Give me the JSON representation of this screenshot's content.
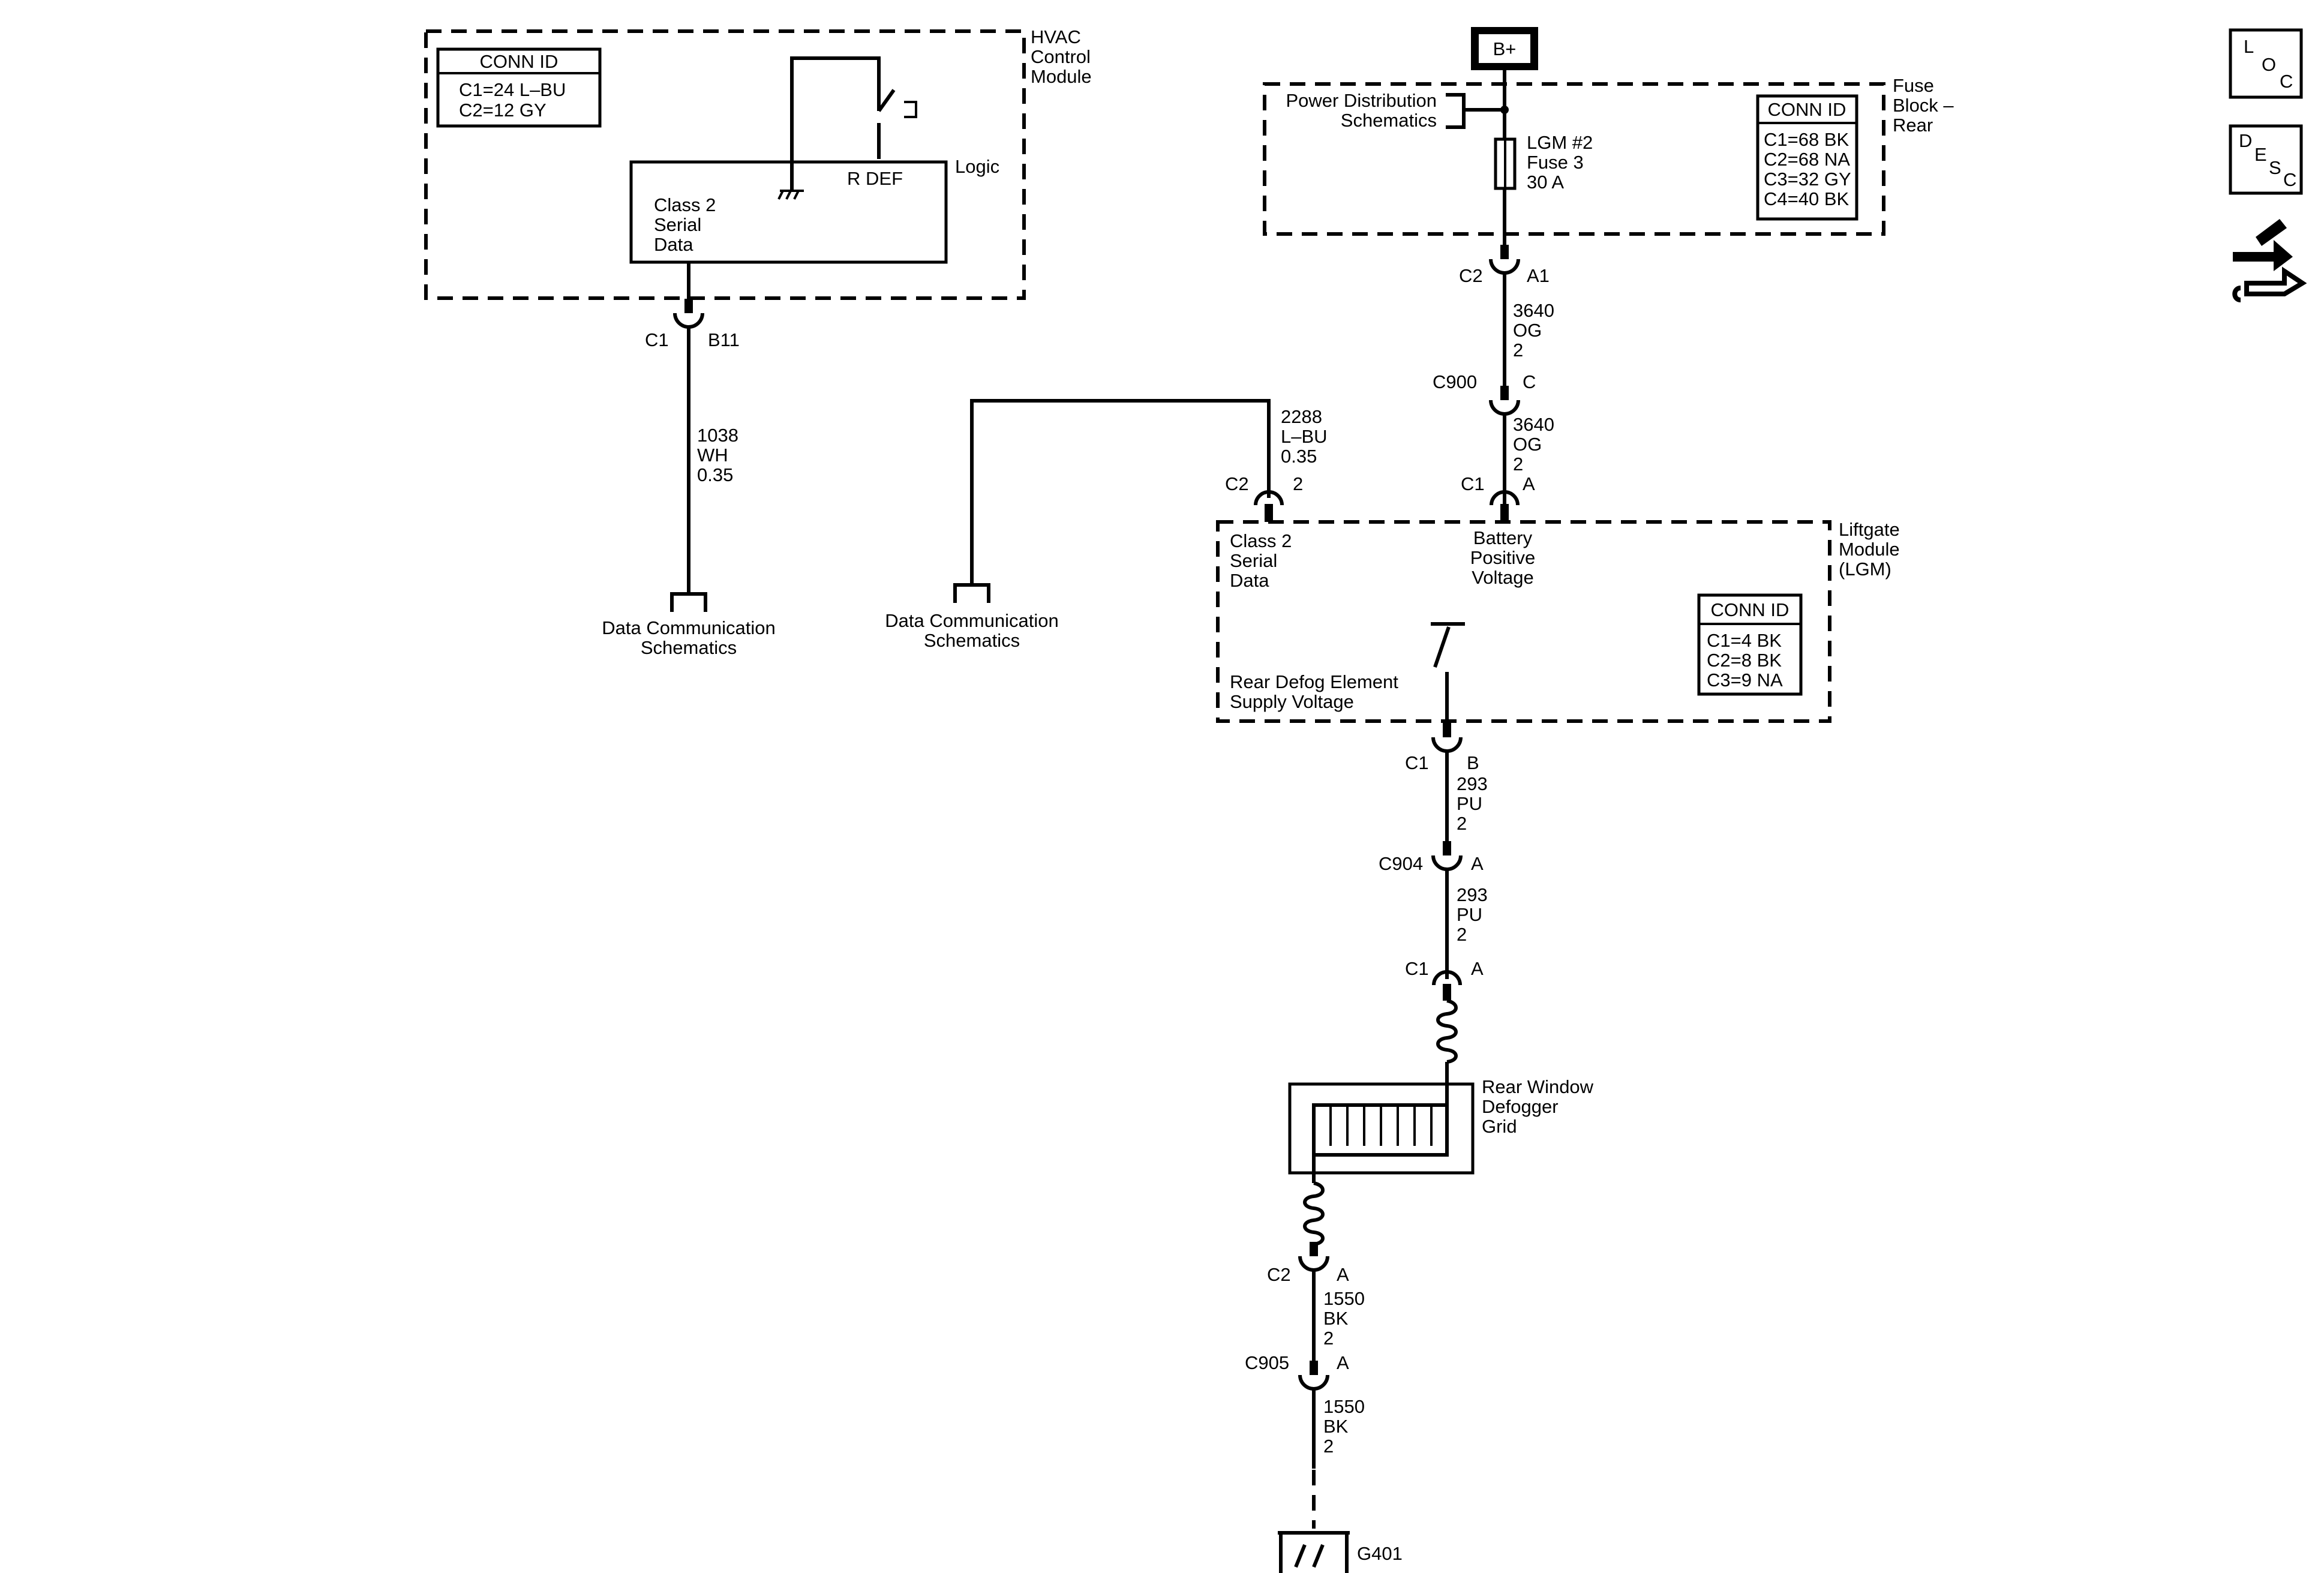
{
  "hvac": {
    "title_lines": [
      "HVAC",
      "Control",
      "Module"
    ],
    "conn_header": "CONN ID",
    "conn_rows": [
      "C1=24 L–BU",
      "C2=12 GY"
    ],
    "logic_label": "Logic",
    "switch_label": "R DEF",
    "data_lines": [
      "Class 2",
      "Serial",
      "Data"
    ],
    "conn_name": "C1",
    "pin": "B11",
    "wire_lines": [
      "1038",
      "WH",
      "0.35"
    ],
    "dest_lines": [
      "Data Communication",
      "Schematics"
    ]
  },
  "power": {
    "bplus": "B+",
    "pd_lines": [
      "Power Distribution",
      "Schematics"
    ],
    "fuse_block_lines": [
      "Fuse",
      "Block –",
      "Rear"
    ],
    "conn_header": "CONN ID",
    "conn_rows": [
      "C1=68 BK",
      "C2=68 NA",
      "C3=32 GY",
      "C4=40 BK"
    ],
    "fuse_lines": [
      "LGM #2",
      "Fuse 3",
      "30 A"
    ],
    "c2": "C2",
    "c2_pin": "A1",
    "wire1_lines": [
      "3640",
      "OG",
      "2"
    ],
    "c900": "C900",
    "c900_pin": "C",
    "wire2_lines": [
      "3640",
      "OG",
      "2"
    ],
    "c1": "C1",
    "c1_pin": "A"
  },
  "lgm": {
    "title_lines": [
      "Liftgate",
      "Module",
      "(LGM)"
    ],
    "data_lines": [
      "Class 2",
      "Serial",
      "Data"
    ],
    "batt_lines": [
      "Battery",
      "Positive",
      "Voltage"
    ],
    "conn_header": "CONN ID",
    "conn_rows": [
      "C1=4 BK",
      "C2=8 BK",
      "C3=9 NA"
    ],
    "defog_lines": [
      "Rear Defog Element",
      "Supply Voltage"
    ],
    "c2_conn": "C2",
    "c2_pin": "2",
    "serial_wire_lines": [
      "2288",
      "L–BU",
      "0.35"
    ],
    "dest_lines": [
      "Data Communication",
      "Schematics"
    ]
  },
  "output": {
    "c1b": "C1",
    "c1b_pin": "B",
    "wire1_lines": [
      "293",
      "PU",
      "2"
    ],
    "c904": "C904",
    "c904_pin": "A",
    "wire2_lines": [
      "293",
      "PU",
      "2"
    ],
    "c1a": "C1",
    "c1a_pin": "A",
    "grid_lines": [
      "Rear Window",
      "Defogger",
      "Grid"
    ],
    "c2a": "C2",
    "c2a_pin": "A",
    "wire3_lines": [
      "1550",
      "BK",
      "2"
    ],
    "c905": "C905",
    "c905_pin": "A",
    "wire4_lines": [
      "1550",
      "BK",
      "2"
    ],
    "ground": "G401"
  },
  "icons": {
    "loc_letters": [
      "L",
      "O",
      "C"
    ],
    "desc_letters": [
      "D",
      "E",
      "S",
      "C"
    ]
  }
}
